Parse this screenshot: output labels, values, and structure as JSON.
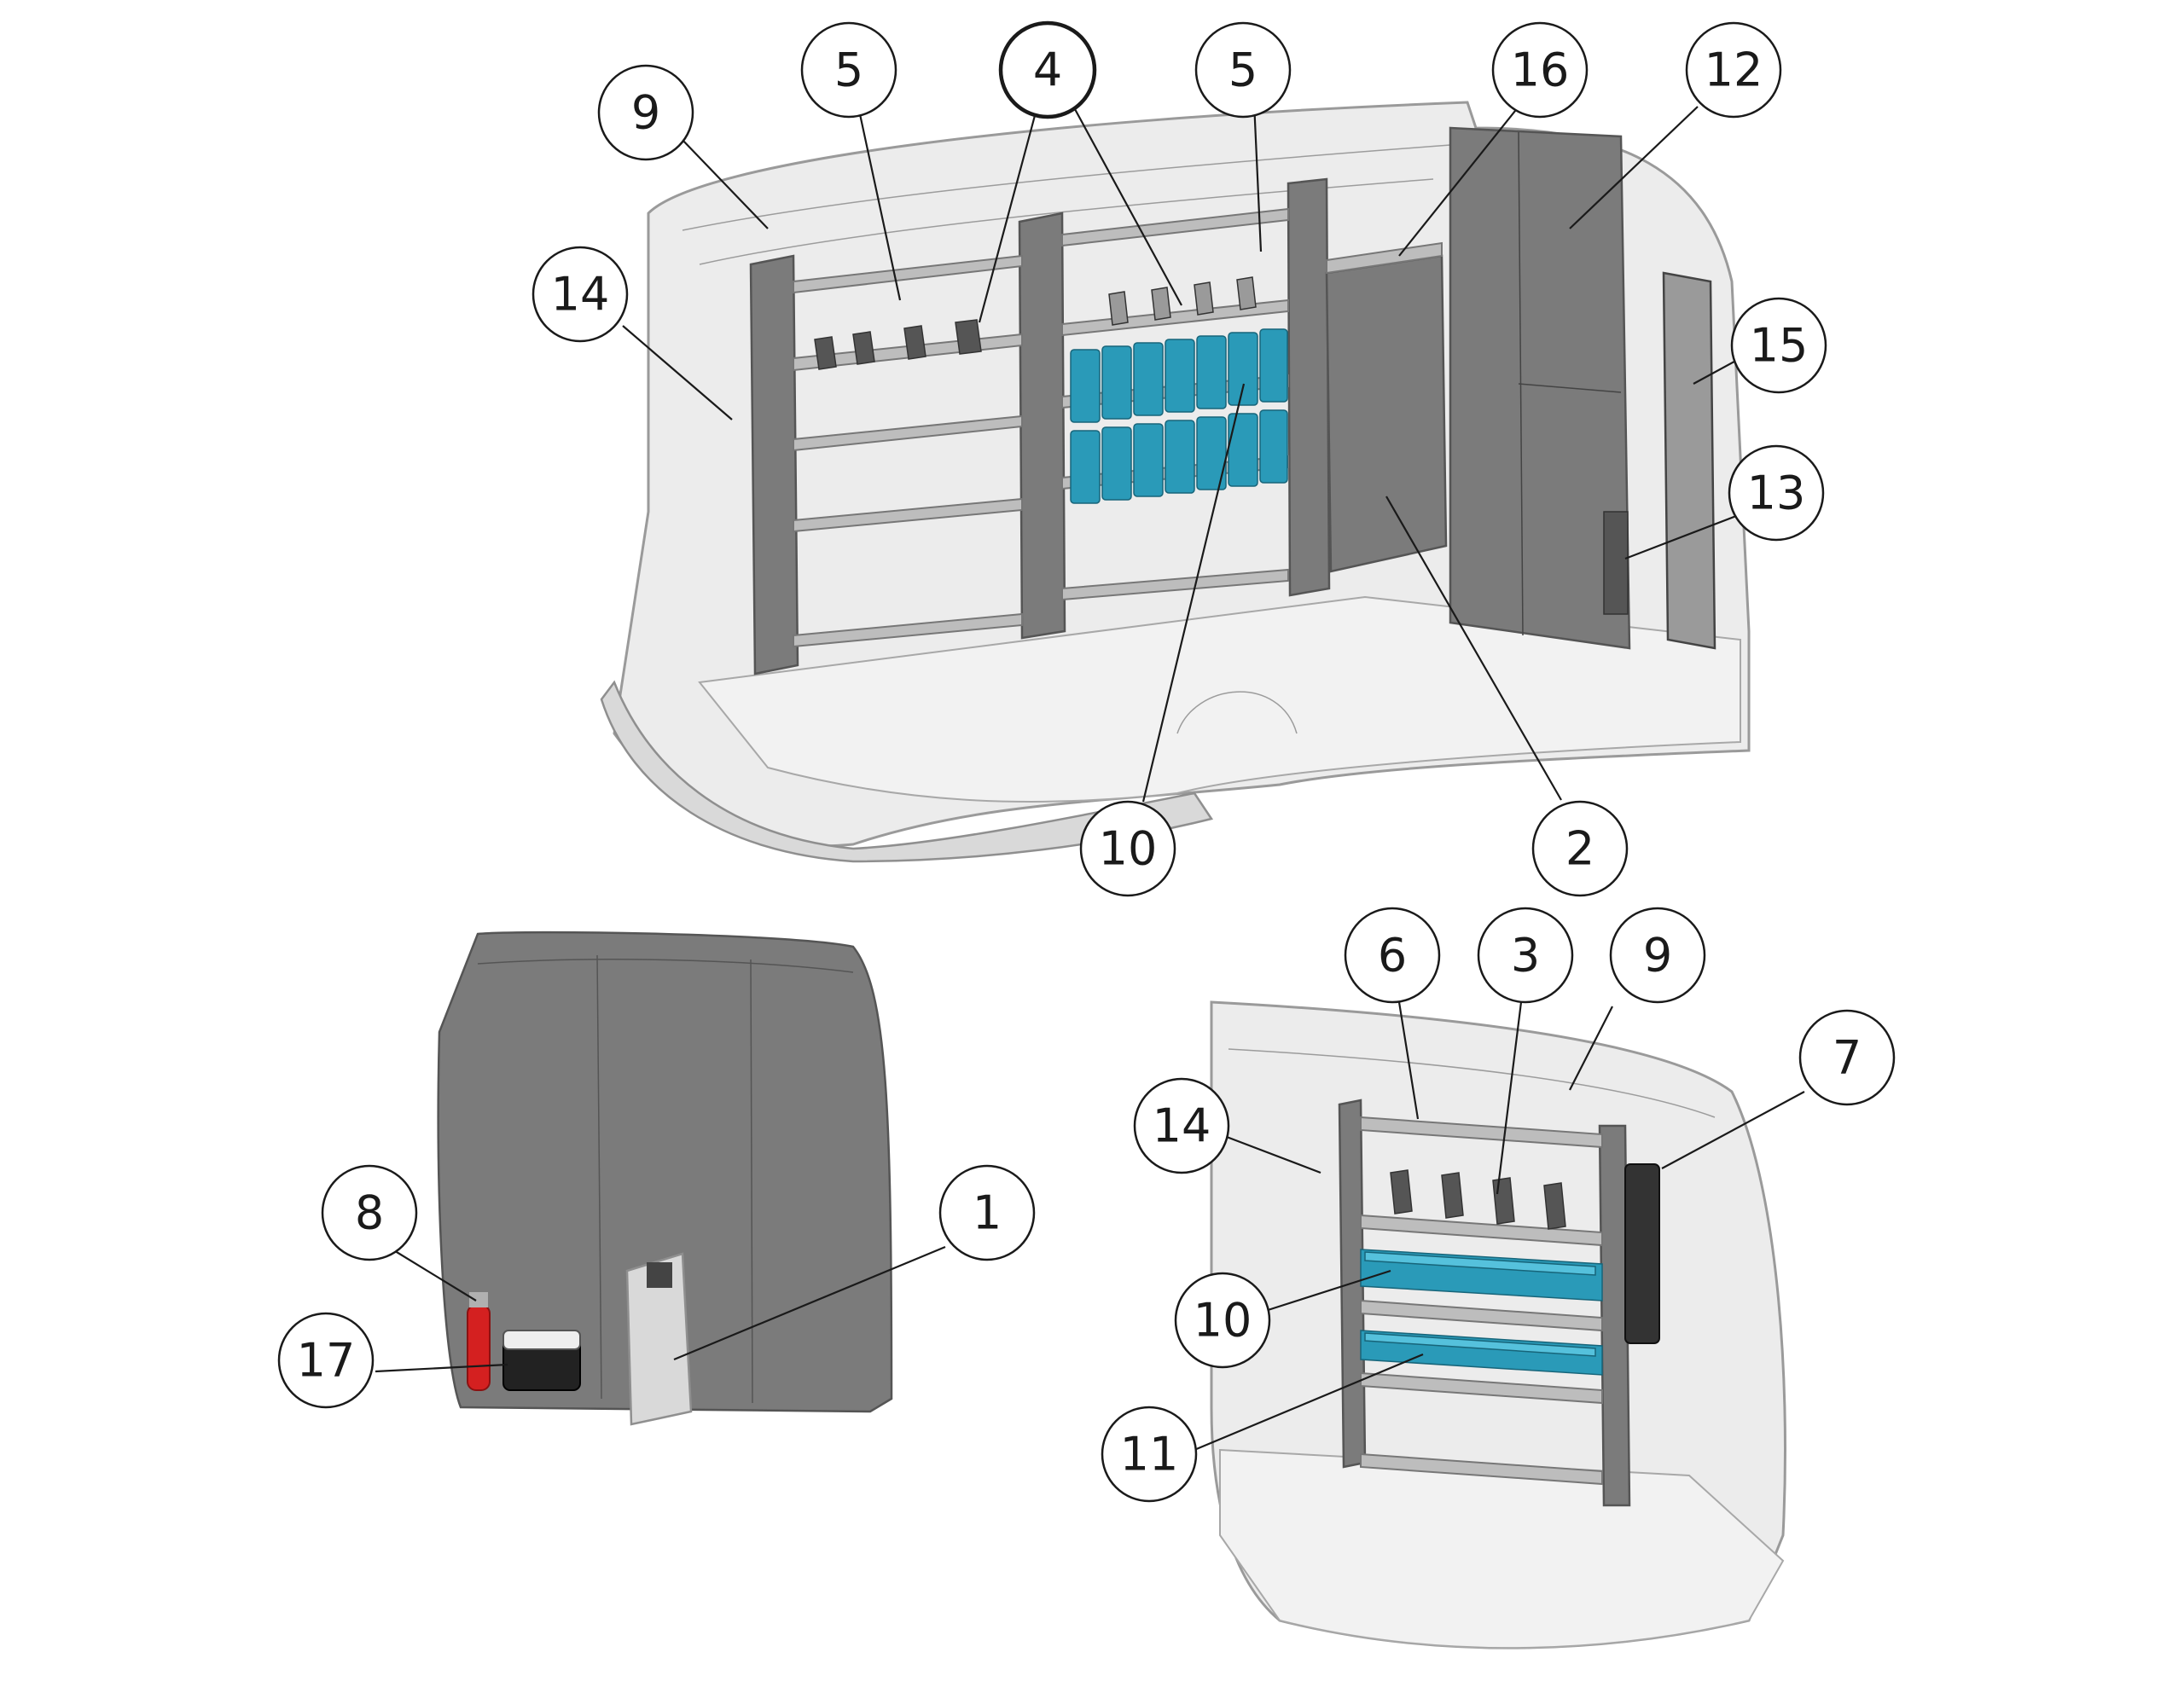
{
  "callouts": [
    {
      "label": "9"
    },
    {
      "label": "5"
    },
    {
      "label": "4"
    },
    {
      "label": "5"
    },
    {
      "label": "16"
    },
    {
      "label": "12"
    },
    {
      "label": "14"
    },
    {
      "label": "15"
    },
    {
      "label": "13"
    },
    {
      "label": "10"
    },
    {
      "label": "2"
    },
    {
      "label": "8"
    },
    {
      "label": "17"
    },
    {
      "label": "1"
    },
    {
      "label": "6"
    },
    {
      "label": "3"
    },
    {
      "label": "9"
    },
    {
      "label": "7"
    },
    {
      "label": "14"
    },
    {
      "label": "10"
    },
    {
      "label": "11"
    }
  ],
  "colors": {
    "bins": "#2a9ab8",
    "panels": "#7b7b7b",
    "hull": "#ececec",
    "extinguisher": "#d42020"
  }
}
